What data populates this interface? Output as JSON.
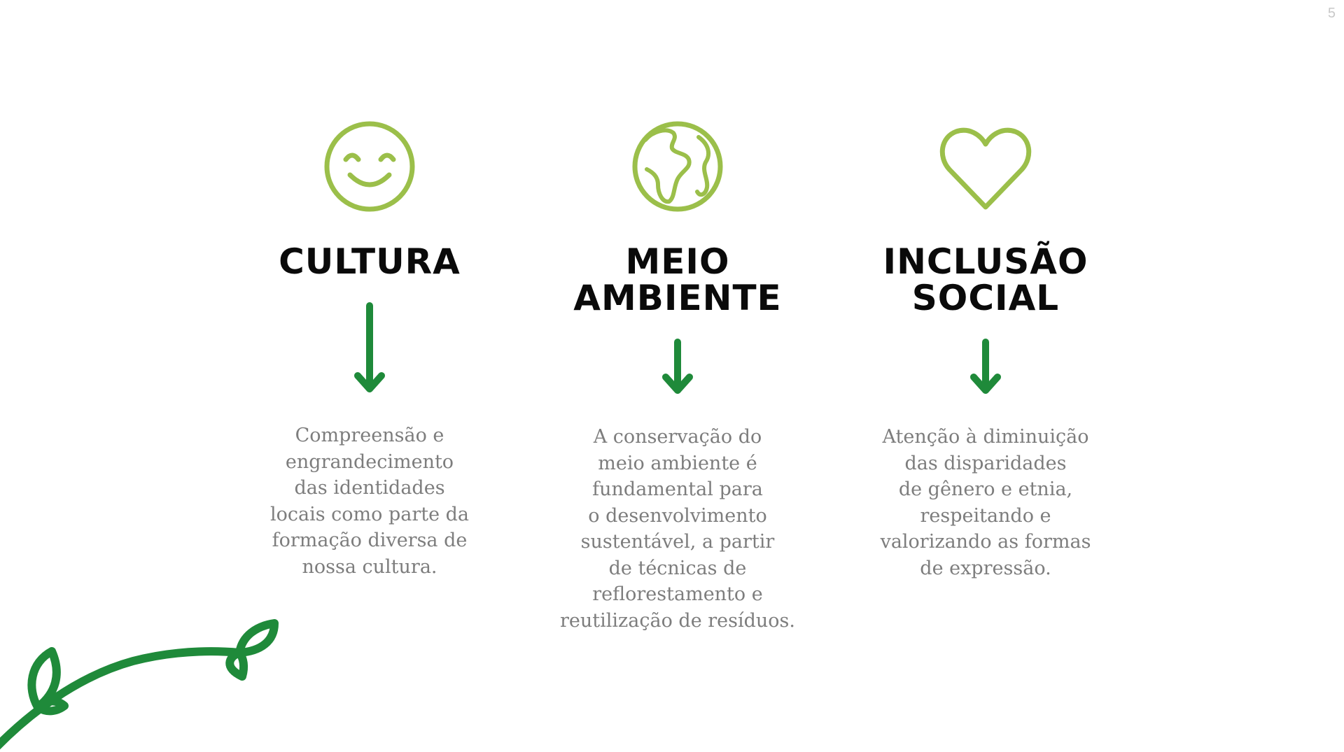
{
  "page": {
    "number": "5"
  },
  "colors": {
    "icon_green": "#9bbf4a",
    "arrow_green": "#1f8a3a",
    "title_color": "#0a0a0a",
    "text_gray": "#7d7d7d"
  },
  "columns": [
    {
      "icon": "smiley-face-icon",
      "title": "CULTURA",
      "description": "Compreensão e\nengrandecimento\ndas identidades\nlocais como parte da\nformação diversa de\nnossa cultura."
    },
    {
      "icon": "globe-icon",
      "title": "MEIO\nAMBIENTE",
      "description": "A conservação do\nmeio ambiente é\nfundamental para\no desenvolvimento\nsustentável, a partir\nde técnicas de\nreflorestamento e\nreutilização de resíduos."
    },
    {
      "icon": "heart-icon",
      "title": "INCLUSÃO\nSOCIAL",
      "description": "Atenção à diminuição\ndas disparidades\nde gênero e etnia,\nrespeitando e\nvalorizando as formas\nde expressão."
    }
  ]
}
